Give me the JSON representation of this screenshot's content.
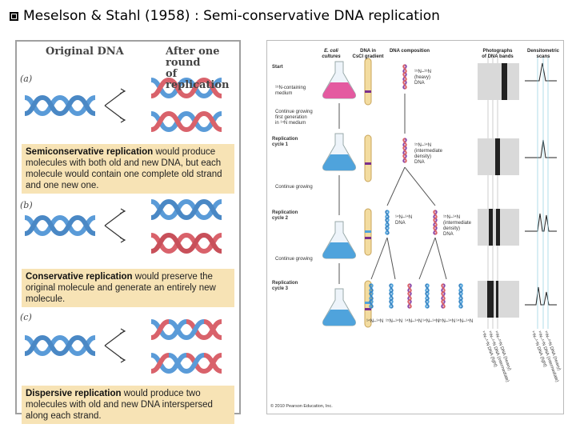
{
  "title": "Meselson & Stahl (1958) : Semi-conservative DNA replication",
  "left": {
    "header_original": "Original DNA",
    "header_after_1": "After one round",
    "header_after_2": "of replication",
    "parts": [
      "(a)",
      "(b)",
      "(c)"
    ],
    "captions": [
      {
        "bold": "Semiconservative replication",
        "rest": " would produce molecules with both old and new DNA, but each molecule would contain one complete old strand and one new one."
      },
      {
        "bold": "Conservative replication",
        "rest": " would preserve the original molecule and generate an entirely new molecule."
      },
      {
        "bold": "Dispersive replication",
        "rest": " would produce two molecules with old and new DNA interspersed along each strand."
      }
    ]
  },
  "right": {
    "headers": {
      "ecoli_1": "E. coli",
      "ecoli_2": "cultures",
      "dna_1": "DNA in",
      "dna_2": "CsCl gradient",
      "comp": "DNA composition",
      "photo_1": "Photographs",
      "photo_2": "of DNA bands",
      "dens_1": "Densitometric",
      "dens_2": "scans"
    },
    "start": "Start",
    "medium_1": "¹⁵N-containing",
    "medium_2": "medium",
    "cont1_1": "Continue growing",
    "cont1_2": "first generation",
    "cont1_3": "in ¹⁴N medium",
    "rep1_1": "Replication",
    "rep1_2": "cycle 1",
    "cont2": "Continue growing",
    "rep2_1": "Replication",
    "rep2_2": "cycle 2",
    "cont3": "Continue growing",
    "rep3_1": "Replication",
    "rep3_2": "cycle 3",
    "heavy_1": "¹⁵N–¹⁵N",
    "heavy_2": "(heavy)",
    "heavy_3": "DNA",
    "inter_1": "¹⁵N–¹⁴N",
    "inter_2": "(intermediate",
    "inter_3": "density)",
    "inter_4": "DNA",
    "light_1": "¹⁴N–¹⁴N",
    "light_2": "DNA",
    "mid2_1": "¹⁵N–¹⁴N",
    "mid2_2": "(intermediate",
    "mid2_3": "density)",
    "mid2_4": "DNA",
    "bottom_labels": [
      "¹⁴N–¹⁴N",
      "¹⁵N–¹⁴N",
      "¹⁴N–¹⁴N",
      "¹⁴N–¹⁴N",
      "¹⁵N–¹⁴N",
      "¹⁴N–¹⁴N"
    ],
    "photo_bottom": [
      "¹⁴N–¹⁴N DNA (light)",
      "¹⁵N–¹⁴N DNA (intermediate)",
      "¹⁵N–¹⁵N DNA (heavy)"
    ],
    "dens_bottom": [
      "¹⁴N–¹⁴N DNA (light)",
      "¹⁵N–¹⁴N DNA (intermediate)",
      "¹⁵N–¹⁵N DNA (heavy)"
    ],
    "copyright": "© 2010 Pearson Education, Inc."
  },
  "colors": {
    "old_strand": "#5a9bd8",
    "new_strand": "#d9626b",
    "caption_bg": "#f7e3b5"
  }
}
